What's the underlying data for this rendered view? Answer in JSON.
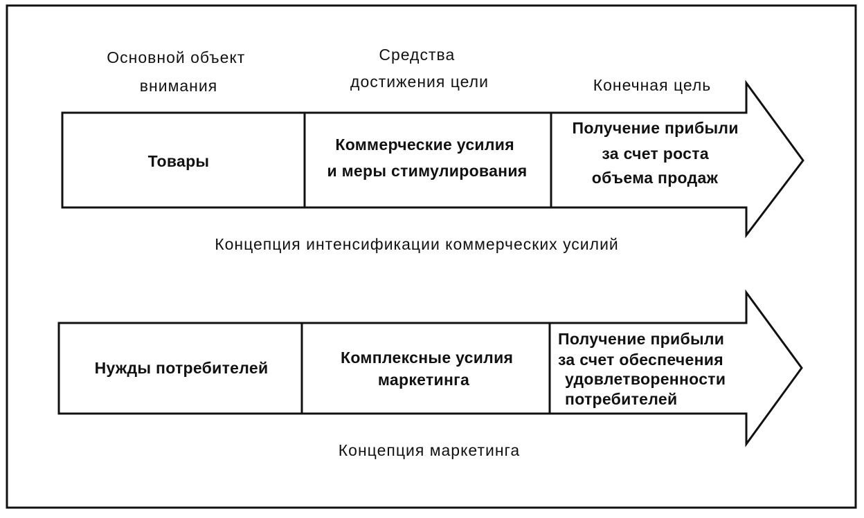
{
  "headers": {
    "col1": [
      "Основной объект",
      "внимания"
    ],
    "col2": [
      "Средства",
      "достижения цели"
    ],
    "col3": [
      "Конечная цель"
    ]
  },
  "rows": [
    {
      "cells": [
        [
          "Товары"
        ],
        [
          "Коммерческие усилия",
          "и меры стимулирования"
        ],
        [
          "Получение прибыли",
          "за счет роста",
          "объема продаж"
        ]
      ],
      "caption": "Концепция интенсификации коммерческих усилий"
    },
    {
      "cells": [
        [
          "Нужды потребителей"
        ],
        [
          "Комплексные усилия",
          "маркетинга"
        ],
        [
          "Получение прибыли",
          "за счет обеспечения",
          "удовлетворенности",
          "потребителей"
        ]
      ],
      "caption": "Концепция маркетинга"
    }
  ]
}
